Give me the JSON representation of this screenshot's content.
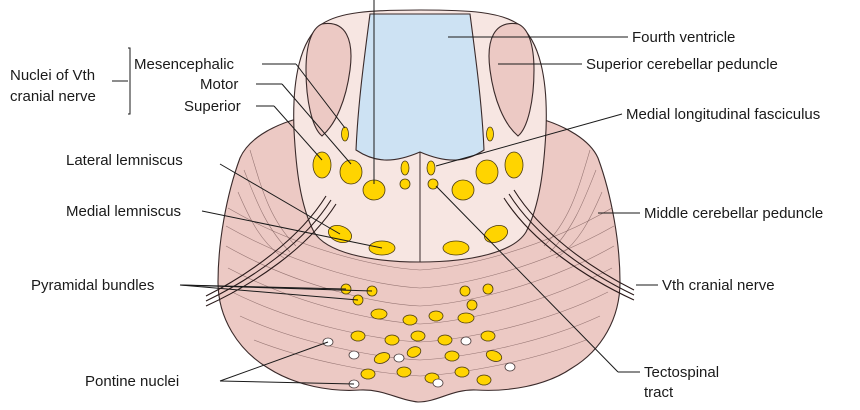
{
  "labels": {
    "nuclei_group_l1": "Nuclei of Vth",
    "nuclei_group_l2": "cranial nerve",
    "mesencephalic": "Mesencephalic",
    "motor": "Motor",
    "superior": "Superior",
    "lateral_lemniscus": "Lateral lemniscus",
    "medial_lemniscus": "Medial lemniscus",
    "pyramidal_bundles": "Pyramidal bundles",
    "pontine_nuclei": "Pontine nuclei",
    "fourth_ventricle": "Fourth ventricle",
    "superior_cerebellar_peduncle": "Superior cerebellar peduncle",
    "medial_longitudinal_fasciculus": "Medial longitudinal fasciculus",
    "middle_cerebellar_peduncle": "Middle cerebellar peduncle",
    "vth_cranial_nerve": "Vth cranial nerve",
    "tectospinal_l1": "Tectospinal",
    "tectospinal_l2": "tract"
  },
  "colors": {
    "tissue": "#ecc9c4",
    "tegmentum": "#f7e6e2",
    "ventricle": "#cde2f3",
    "nucleus_yellow": "#ffd400",
    "nucleus_white": "#ffffff"
  }
}
